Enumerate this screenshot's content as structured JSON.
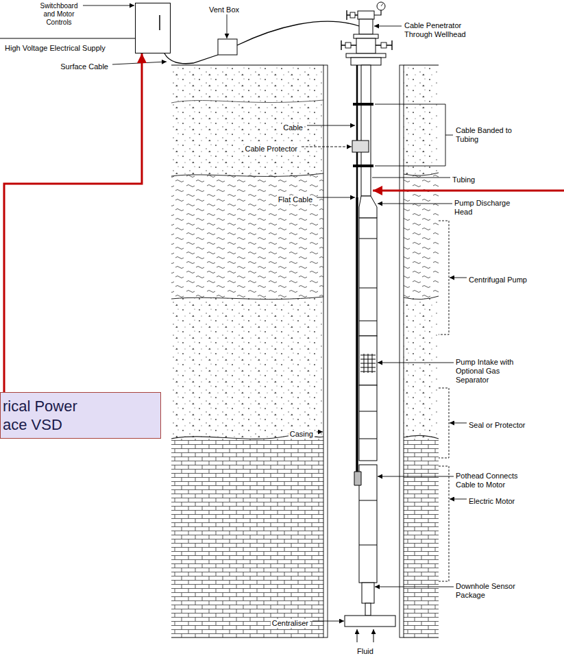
{
  "diagram": {
    "nodes": [
      {
        "text": [
          "Switchboard and Motor Controls"
        ]
      },
      {
        "text": [
          "rical Power ace VSD"
        ]
      }
    ],
    "edges": [
      {
        "from": 1,
        "to": 0,
        "arrow": "to"
      }
    ],
    "labels": [
      "Vent Box",
      "High Voltage Electrical Supply",
      "Surface Cable",
      "Cable Penetrator Through Wellhead",
      "Cable",
      "Cable Protector",
      "Cable Banded to Tubing",
      "Tubing",
      "Flat Cable",
      "Pump Discharge Head",
      "Centrifugal Pump",
      "Pump Intake with Optional Gas Separator",
      "Seal or Protector",
      "Casing",
      "Pothead Connects Cable to Motor",
      "Electric Motor",
      "Downhole Sensor Package",
      "Centraliser",
      "Fluid"
    ]
  }
}
